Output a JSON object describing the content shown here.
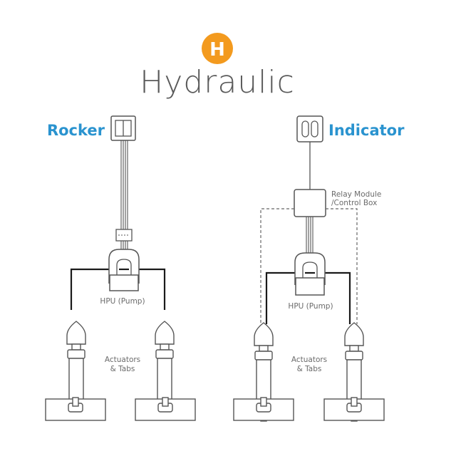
{
  "brand": {
    "badge_letter": "H",
    "title": "Hydraulic",
    "badge_color": "#f39a1e",
    "title_color": "#5a5a5a"
  },
  "rocker": {
    "heading": "Rocker",
    "pump_label": "HPU (Pump)",
    "actuators_label_1": "Actuators",
    "actuators_label_2": "& Tabs"
  },
  "indicator": {
    "heading": "Indicator",
    "relay_label_1": "Relay Module",
    "relay_label_2": "/Control Box",
    "pump_label": "HPU (Pump)",
    "actuators_label_1": "Actuators",
    "actuators_label_2": "& Tabs"
  },
  "colors": {
    "heading": "#2a93cf",
    "line": "#555555",
    "hose": "#1a1a1a"
  }
}
